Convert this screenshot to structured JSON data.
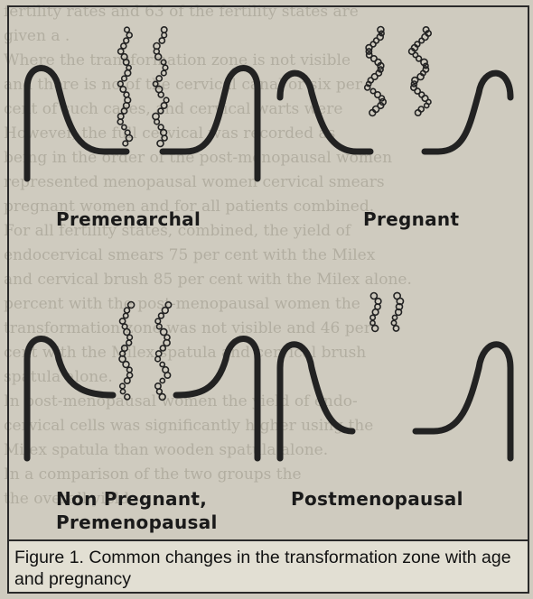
{
  "background_text": [
    "fertility rates and 63 of the fertility states are",
    "given a .",
    "Where the transformation zone is not visible",
    "and there is no of the cervical canal or six per",
    "cent of such cases, and cervical warts were",
    "However, the full cervical was recorded as",
    "being in the order of the post-menopausal women",
    "represented menopausal women cervical smears",
    "pregnant women and for all patients combined.",
    "For all fertility states, combined, the yield of",
    "endocervical smears 75 per cent with the Milex",
    "and cervical brush 85 per cent with the Milex alone.",
    "percent with the post-menopausal women the",
    "transformation zone was not visible and 46 per",
    "cent with the Milex spatula and cervical brush",
    "spatula alone.",
    "In post-menopausal women the yield of endo-",
    "cervical cells was significantly higher using the",
    "Milex spatula than wooden spatula alone.",
    "In a comparison of the two groups the",
    "the overall yield"
  ],
  "panels": [
    {
      "label": "Premenarchal"
    },
    {
      "label": "Pregnant"
    },
    {
      "label": "Non Pregnant,\nPremenopausal"
    },
    {
      "label": "Postmenopausal"
    }
  ],
  "caption": "Figure 1. Common changes in the transformation zone with age and pregnancy"
}
